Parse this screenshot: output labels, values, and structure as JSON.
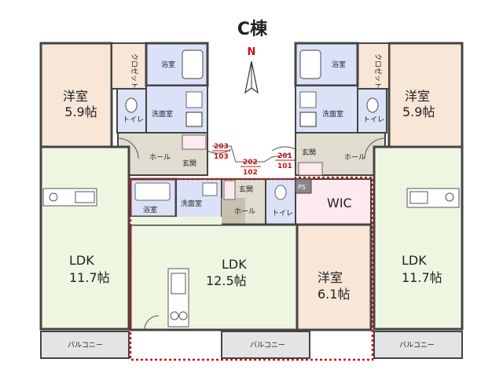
{
  "building_title": "C棟",
  "north": "N",
  "colors": {
    "wood": "#f8e6d6",
    "green": "#eef6e2",
    "blue": "#dbe2f8",
    "pink": "#fde9ee",
    "floor": "#e0dccf",
    "entry_dark": "#c8c0ae",
    "wall": "#444444",
    "dotted": "#cc1111",
    "unit_no": "#cc1111"
  },
  "rooms": {
    "western_left_top": {
      "name": "洋室",
      "size": "5.9帖"
    },
    "western_right_top": {
      "name": "洋室",
      "size": "5.9帖"
    },
    "western_center": {
      "name": "洋室",
      "size": "6.1帖"
    },
    "ldk_left": {
      "name": "LDK",
      "size": "11.7帖"
    },
    "ldk_center": {
      "name": "LDK",
      "size": "12.5帖"
    },
    "ldk_right": {
      "name": "LDK",
      "size": "11.7帖"
    },
    "wic": "WIC",
    "ps": "PS"
  },
  "labels": {
    "closet": "クロゼット",
    "bath": "浴室",
    "washroom": "洗面室",
    "toilet": "トイレ",
    "hall": "ホール",
    "entrance": "玄関",
    "balcony": "バルコニー"
  },
  "unit_numbers": {
    "left_upper": "203",
    "left_lower": "103",
    "center_upper": "202",
    "center_lower": "102",
    "right_upper": "201",
    "right_lower": "101"
  }
}
